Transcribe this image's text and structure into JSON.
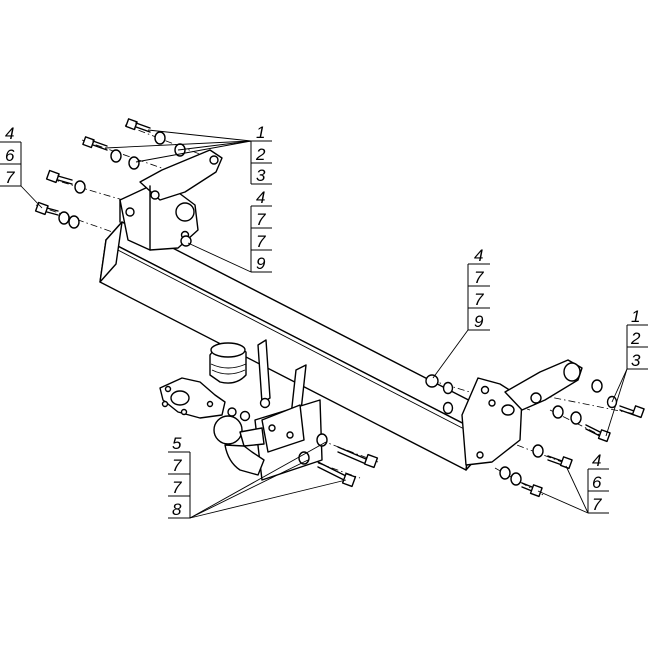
{
  "callouts": [
    {
      "id": "top-left-bolts",
      "lines": [
        "1",
        "2",
        "3"
      ]
    },
    {
      "id": "left-bolts",
      "lines": [
        "4",
        "6",
        "7"
      ]
    },
    {
      "id": "left-bracket-nut",
      "lines": [
        "4",
        "7",
        "7",
        "9"
      ]
    },
    {
      "id": "right-bracket-nut",
      "lines": [
        "4",
        "7",
        "7",
        "9"
      ]
    },
    {
      "id": "right-top-bolts",
      "lines": [
        "1",
        "2",
        "3"
      ]
    },
    {
      "id": "ball-bolts",
      "lines": [
        "5",
        "7",
        "7",
        "8"
      ]
    },
    {
      "id": "right-bottom-bolts",
      "lines": [
        "4",
        "6",
        "7"
      ]
    }
  ]
}
